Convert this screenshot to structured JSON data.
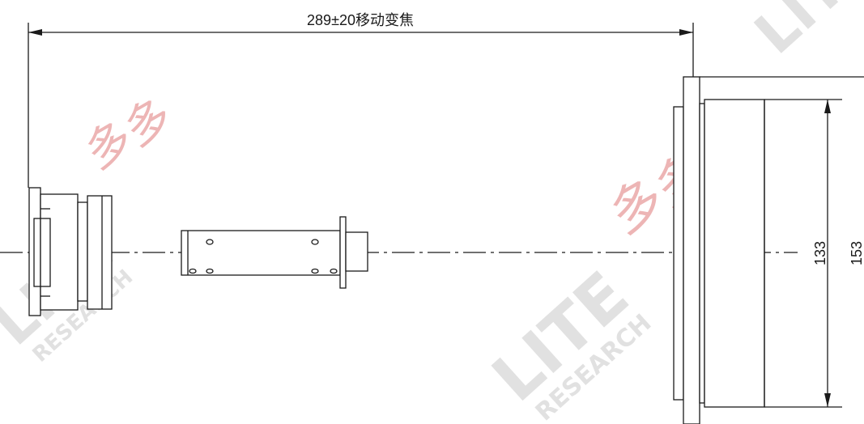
{
  "dimensions": {
    "top_label": "289±20移动变焦",
    "inner_height_label": "133",
    "outer_height_label": "153"
  },
  "watermarks": {
    "brand": "LITE",
    "sub": "RESEARCH",
    "seal_text": "多多"
  },
  "colors": {
    "line": "#1a1a1a",
    "watermark_red": "#e07a7a",
    "watermark_gray": "#d7d7d7"
  }
}
